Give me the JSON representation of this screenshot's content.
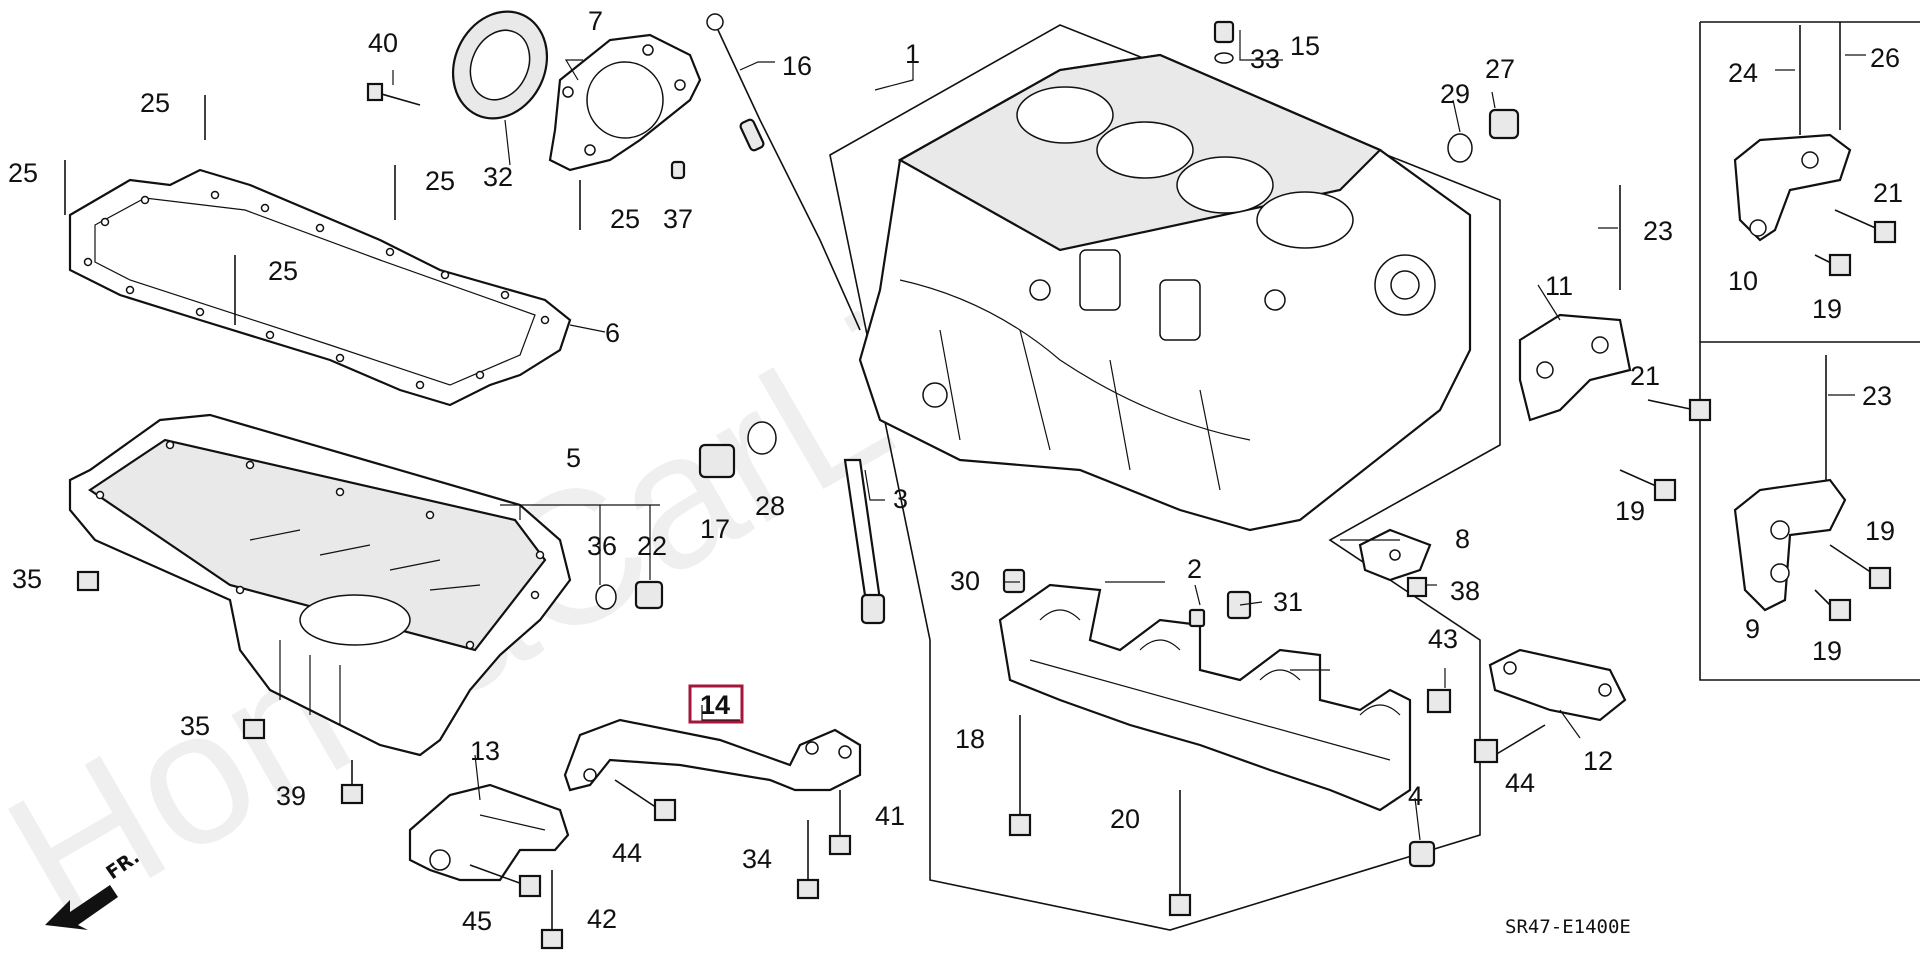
{
  "diagram_code": "SR47-E1400E",
  "front_marker": "FR.",
  "watermark": "HondaCarLine.ru",
  "highlight_color": "#a3173a",
  "highlighted_part": "14",
  "labels": {
    "p1": "1",
    "p2": "2",
    "p3": "3",
    "p4": "4",
    "p5": "5",
    "p6": "6",
    "p7": "7",
    "p8": "8",
    "p9": "9",
    "p10": "10",
    "p11": "11",
    "p12": "12",
    "p13": "13",
    "p14": "14",
    "p15": "15",
    "p16": "16",
    "p17": "17",
    "p18": "18",
    "p19a": "19",
    "p19b": "19",
    "p19c": "19",
    "p19d": "19",
    "p20": "20",
    "p21a": "21",
    "p21b": "21",
    "p22": "22",
    "p23a": "23",
    "p23b": "23",
    "p24": "24",
    "p25a": "25",
    "p25b": "25",
    "p25c": "25",
    "p25d": "25",
    "p25e": "25",
    "p26": "26",
    "p27": "27",
    "p28": "28",
    "p29": "29",
    "p30": "30",
    "p31": "31",
    "p32": "32",
    "p33": "33",
    "p34": "34",
    "p35a": "35",
    "p35b": "35",
    "p36": "36",
    "p37": "37",
    "p38": "38",
    "p39": "39",
    "p40": "40",
    "p41": "41",
    "p42": "42",
    "p43": "43",
    "p44a": "44",
    "p44b": "44",
    "p45": "45"
  }
}
